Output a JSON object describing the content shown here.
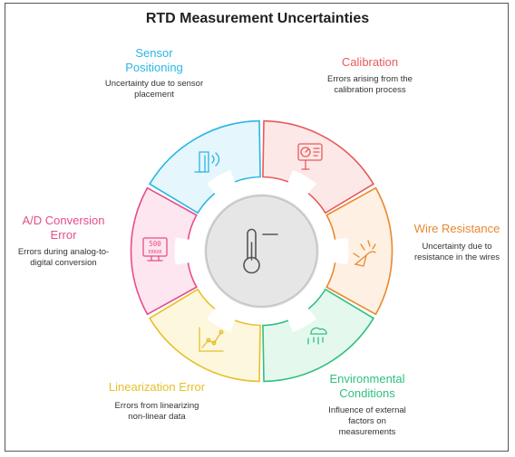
{
  "title": "RTD Measurement Uncertainties",
  "center": {
    "icon": "thermometer-icon"
  },
  "segments": [
    {
      "id": "sensor-positioning",
      "title_lines": [
        "Sensor",
        "Positioning"
      ],
      "desc_lines": [
        "Uncertainty due to sensor",
        "placement"
      ],
      "color": "#29b6e6",
      "fill": "#e6f6fd",
      "icon": "sensor-placement-icon"
    },
    {
      "id": "calibration",
      "title_lines": [
        "Calibration"
      ],
      "desc_lines": [
        "Errors arising from the",
        "calibration process"
      ],
      "color": "#e85a5a",
      "fill": "#fde8e8",
      "icon": "gauge-panel-icon"
    },
    {
      "id": "wire-resistance",
      "title_lines": [
        "Wire Resistance"
      ],
      "desc_lines": [
        "Uncertainty due to",
        "resistance in the wires"
      ],
      "color": "#e8892f",
      "fill": "#fef0e2",
      "icon": "broken-wire-icon"
    },
    {
      "id": "environmental-conditions",
      "title_lines": [
        "Environmental",
        "Conditions"
      ],
      "desc_lines": [
        "Influence of external",
        "factors on",
        "measurements"
      ],
      "color": "#2fc07e",
      "fill": "#e4f8ee",
      "icon": "weather-icon"
    },
    {
      "id": "linearization-error",
      "title_lines": [
        "Linearization Error"
      ],
      "desc_lines": [
        "Errors from linearizing",
        "non-linear data"
      ],
      "color": "#e6c02a",
      "fill": "#fdf7de",
      "icon": "line-graph-icon"
    },
    {
      "id": "ad-conversion-error",
      "title_lines": [
        "A/D Conversion",
        "Error"
      ],
      "desc_lines": [
        "Errors during analog-to-",
        "digital conversion"
      ],
      "color": "#e64d8a",
      "fill": "#fde6ef",
      "icon": "error-monitor-icon"
    }
  ],
  "icon_text": {
    "error_monitor": [
      "500",
      "ERROR"
    ]
  }
}
